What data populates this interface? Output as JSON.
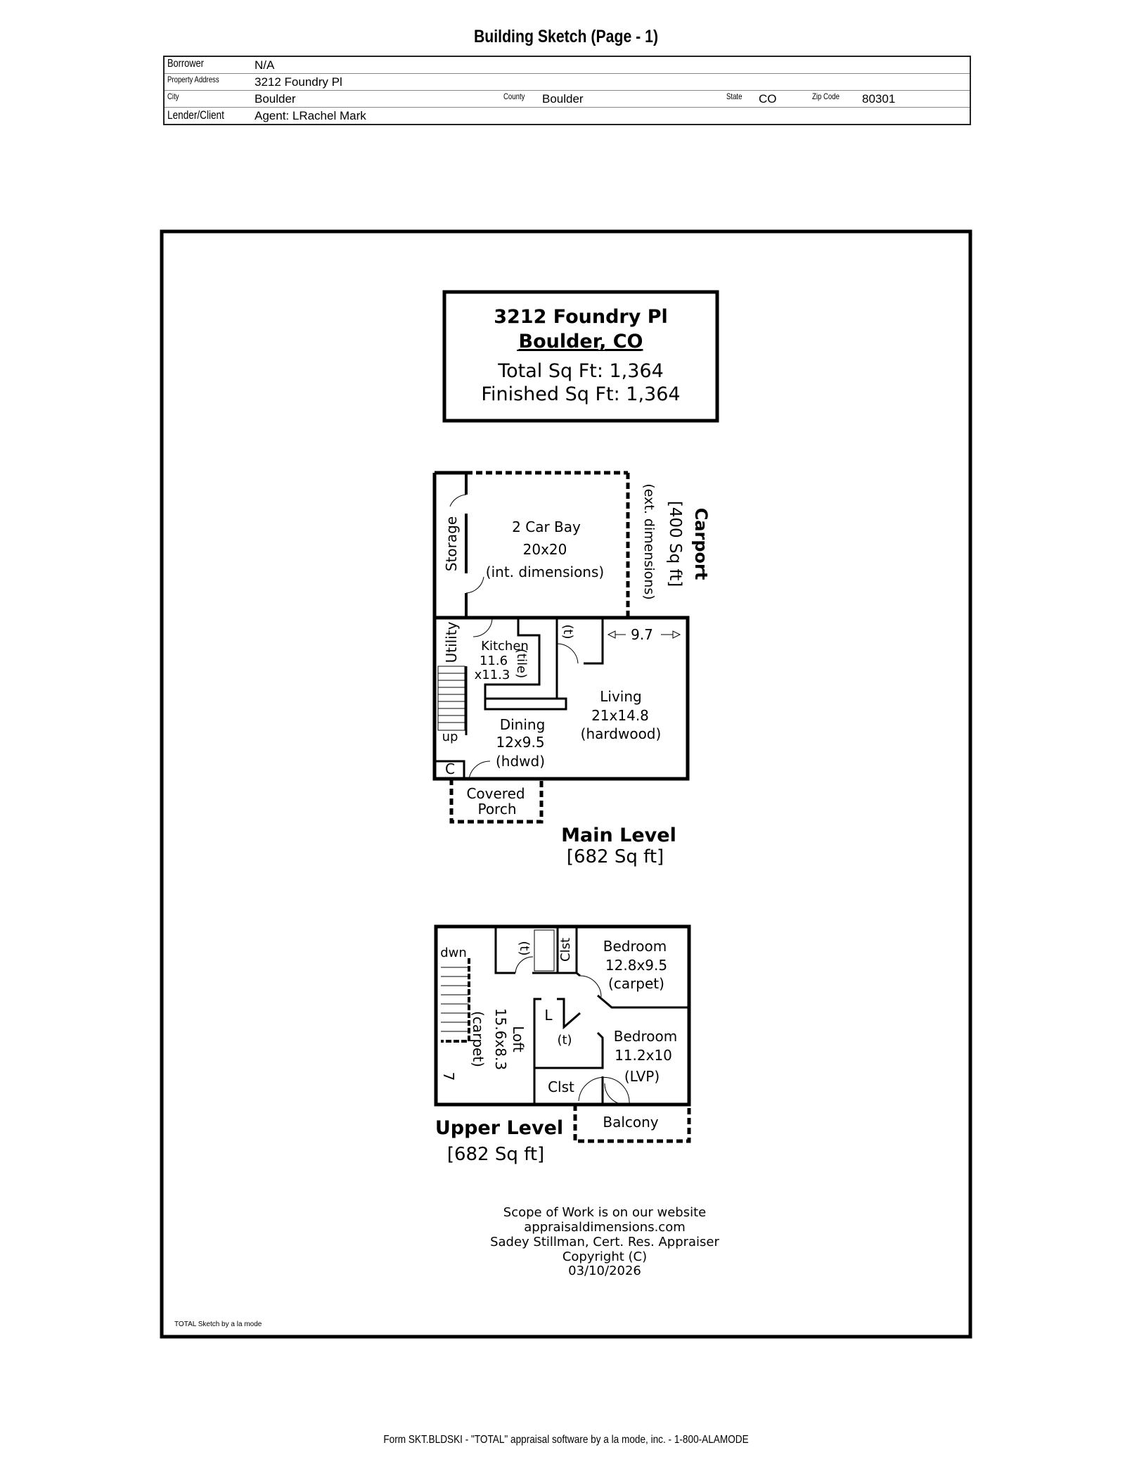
{
  "header": {
    "title": "Building Sketch (Page - 1)",
    "borrower_label": "Borrower",
    "borrower": "N/A",
    "address_label": "Property Address",
    "address": "3212 Foundry Pl",
    "city_label": "City",
    "city": "Boulder",
    "county_label": "County",
    "county": "Boulder",
    "state_label": "State",
    "state": "CO",
    "zip_label": "Zip Code",
    "zip": "80301",
    "lender_label": "Lender/Client",
    "lender": "Agent: LRachel Mark"
  },
  "info_box": {
    "address": "3212 Foundry Pl",
    "city_state": "Boulder, CO",
    "total_sqft": "Total Sq Ft: 1,364",
    "finished_sqft": "Finished Sq Ft: 1,364"
  },
  "main_level": {
    "title": "Main Level",
    "area": "[682 Sq ft]",
    "carport_title": "Carport",
    "carport_area": "[400 Sq ft]",
    "carport_note": "(ext. dimensions)",
    "car_bay": [
      "2 Car Bay",
      "20x20",
      "(int. dimensions)"
    ],
    "storage": "Storage",
    "utility": "Utility",
    "kitchen": [
      "Kitchen",
      "11.6",
      "x11.3",
      "(tile)"
    ],
    "toilet": "(t)",
    "dimension": "9.7",
    "living": [
      "Living",
      "21x14.8",
      "(hardwood)"
    ],
    "dining": [
      "Dining",
      "12x9.5",
      "(hdwd)"
    ],
    "up": "up",
    "closet": "C",
    "porch": [
      "Covered",
      "Porch"
    ]
  },
  "upper_level": {
    "title": "Upper Level",
    "area": "[682 Sq ft]",
    "down": "dwn",
    "loft": [
      "Loft",
      "15.6x8.3",
      "(carpet)"
    ],
    "dimension": "7",
    "toilet1": "(t)",
    "closet1": "Clst",
    "bedroom1": [
      "Bedroom",
      "12.8x9.5",
      "(carpet)"
    ],
    "linen": "L",
    "toilet2": "(t)",
    "bedroom2": [
      "Bedroom",
      "11.2x10",
      "(LVP)"
    ],
    "closet2": "Clst",
    "balcony": "Balcony"
  },
  "footer_notes": [
    "Scope of Work is on our website",
    "appraisaldimensions.com",
    "Sadey Stillman, Cert. Res. Appraiser",
    "Copyright (C)",
    "03/10/2026"
  ],
  "credit": "TOTAL Sketch by a la mode",
  "form_line": "Form SKT.BLDSKI - \"TOTAL\" appraisal software by a la mode, inc. - 1-800-ALAMODE"
}
